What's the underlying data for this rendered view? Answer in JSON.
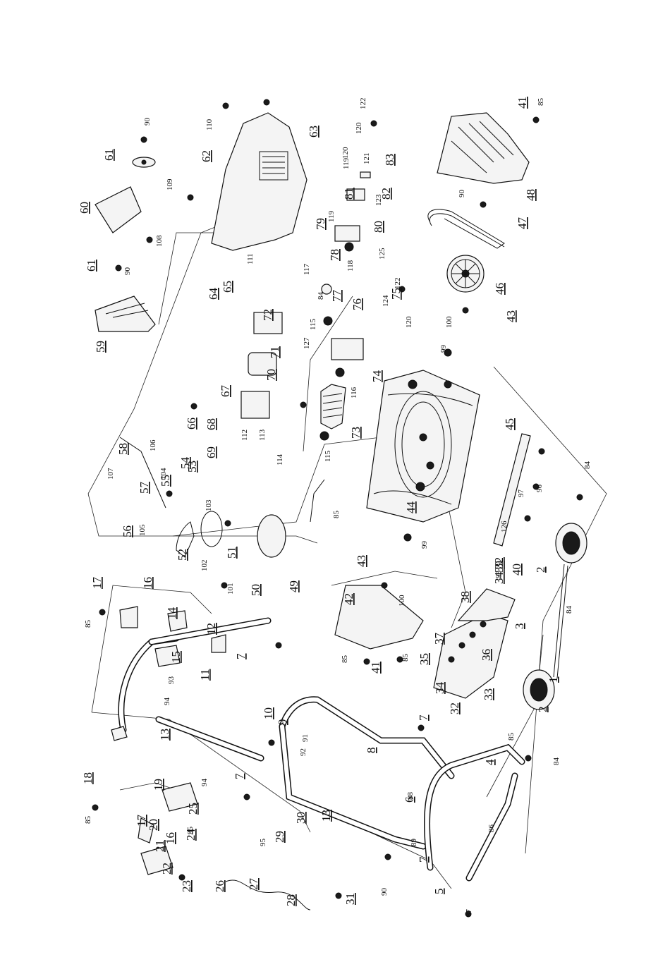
{
  "diagram": {
    "labels": [
      "1",
      "2",
      "2",
      "3",
      "4",
      "5",
      "6",
      "7",
      "7",
      "7",
      "7",
      "8",
      "9",
      "10",
      "11",
      "12",
      "13",
      "13",
      "14",
      "15",
      "16",
      "16",
      "17",
      "17",
      "18",
      "19",
      "20",
      "21",
      "22",
      "23",
      "24",
      "25",
      "26",
      "27",
      "28",
      "29",
      "30",
      "31",
      "32",
      "32",
      "33",
      "34",
      "34",
      "35",
      "36",
      "37",
      "38",
      "39",
      "40",
      "41",
      "41",
      "42",
      "43",
      "43",
      "44",
      "45",
      "46",
      "47",
      "48",
      "49",
      "50",
      "51",
      "52",
      "53",
      "54",
      "55",
      "56",
      "57",
      "58",
      "59",
      "60",
      "61",
      "61",
      "62",
      "63",
      "64",
      "65",
      "66",
      "67",
      "68",
      "69",
      "70",
      "71",
      "72",
      "73",
      "74",
      "75",
      "76",
      "77",
      "78",
      "79",
      "80",
      "81",
      "82",
      "83",
      "84",
      "84",
      "84",
      "84",
      "85",
      "85",
      "85",
      "85",
      "85",
      "85",
      "85",
      "86",
      "87",
      "88",
      "89",
      "90",
      "90",
      "90",
      "90",
      "91",
      "92",
      "93",
      "94",
      "94",
      "95",
      "95",
      "96",
      "97",
      "98",
      "99",
      "99",
      "100",
      "100",
      "101",
      "102",
      "103",
      "104",
      "105",
      "106",
      "107",
      "108",
      "109",
      "110",
      "111",
      "112",
      "113",
      "114",
      "115",
      "115",
      "116",
      "117",
      "118",
      "119",
      "119",
      "120",
      "120",
      "120",
      "121",
      "122",
      "122",
      "123",
      "124",
      "125",
      "126",
      "127"
    ]
  }
}
